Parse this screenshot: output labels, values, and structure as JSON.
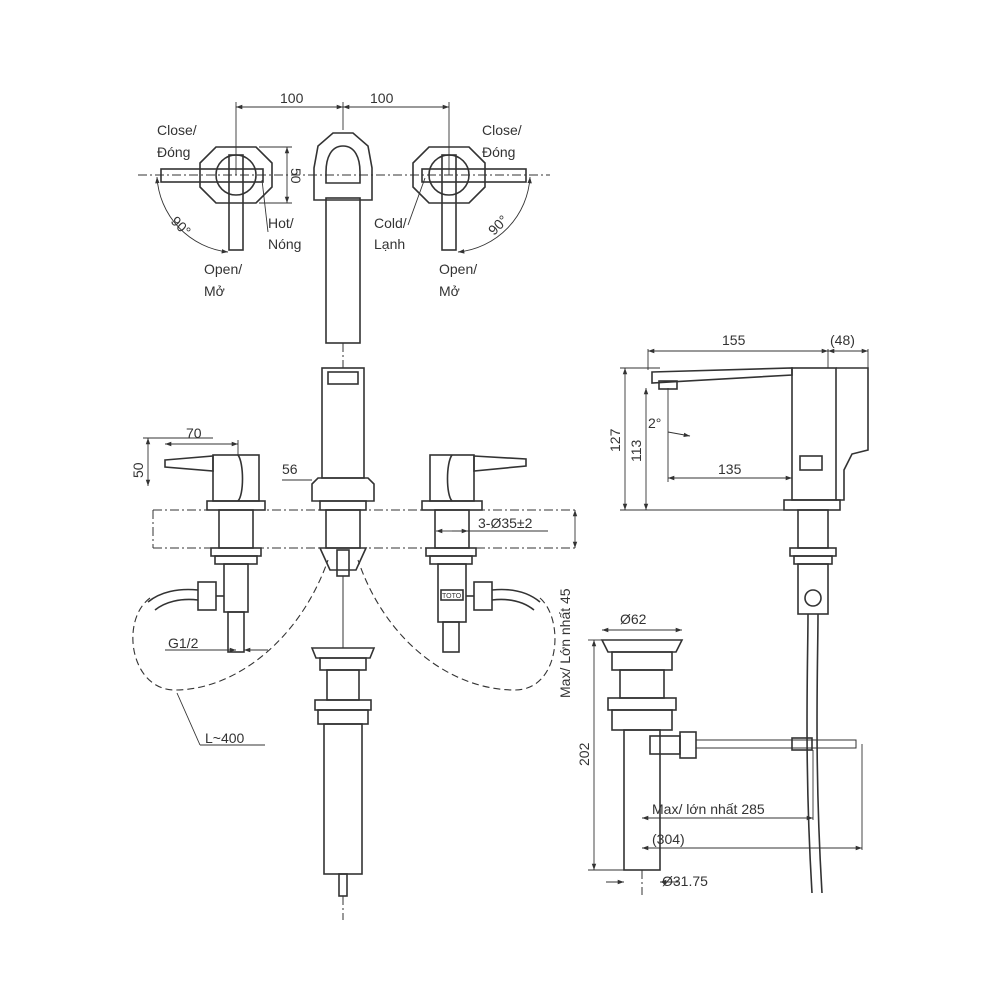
{
  "top_view": {
    "dim_left": "100",
    "dim_right": "100",
    "dim_handle_height": "50",
    "left_handle": {
      "close_1": "Close/",
      "close_2": "Đóng",
      "temp_1": "Hot/",
      "temp_2": "Nóng",
      "open_1": "Open/",
      "open_2": "Mở",
      "angle": "90°"
    },
    "right_handle": {
      "close_1": "Close/",
      "close_2": "Đóng",
      "temp_1": "Cold/",
      "temp_2": "Lạnh",
      "open_1": "Open/",
      "open_2": "Mở",
      "angle": "90°"
    }
  },
  "front_view": {
    "dim_handle_length": "70",
    "dim_handle_height": "50",
    "dim_spout_diameter": "56",
    "dim_holes": "3-Ø35±2",
    "dim_max_thickness": "Max/ Lớn nhất 45",
    "dim_connection": "G1/2",
    "dim_hose_length": "L~400",
    "brand_mark": "TOTO"
  },
  "side_view": {
    "dim_reach": "155",
    "dim_back": "(48)",
    "dim_total_height": "127",
    "dim_outlet_height": "113",
    "dim_angle": "2°",
    "dim_outlet_reach": "135"
  },
  "drain_view": {
    "dim_head_diameter": "Ø62",
    "dim_length": "202",
    "dim_max_reach": "Max/ lớn nhất 285",
    "dim_total_reach": "(304)",
    "dim_tail_diameter": "Ø31.75"
  }
}
